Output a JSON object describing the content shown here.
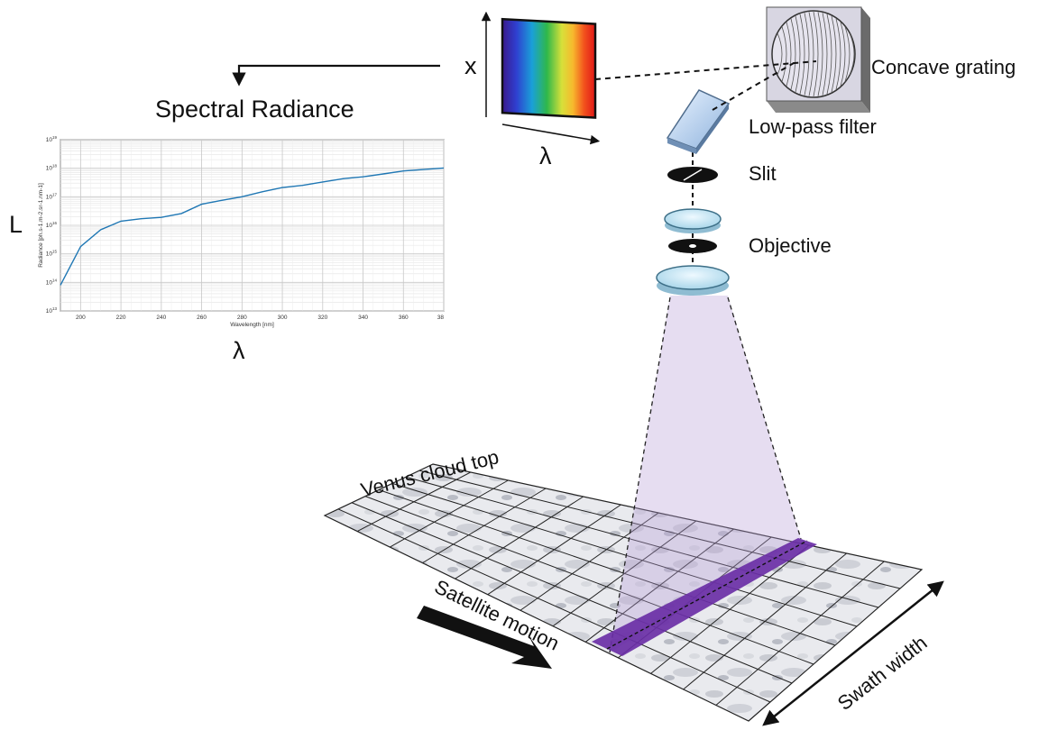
{
  "labels": {
    "spectral_radiance": "Spectral Radiance",
    "L": "L",
    "lambda_plot": "λ",
    "lambda_detector": "λ",
    "x": "x",
    "concave_grating": "Concave grating",
    "low_pass_filter": "Low-pass filter",
    "slit": "Slit",
    "objective": "Objective",
    "venus_cloud_top": "Venus cloud top",
    "satellite_motion": "Satellite motion",
    "swath_width": "Swath width"
  },
  "colors": {
    "line": "#1f77b4",
    "footprint": "#6a2fa6",
    "beam": "#b79fd8",
    "lens": "#cfeaf5"
  },
  "chart_data": {
    "type": "line",
    "title": "",
    "xlabel": "Wavelength [nm]",
    "ylabel": "Radiance [ph.s-1.m-2.sr-1.nm-1]",
    "xlim": [
      190,
      380
    ],
    "ylim_exponents": [
      13,
      19
    ],
    "log_y": true,
    "grid": true,
    "x_ticks": [
      "200",
      "220",
      "240",
      "260",
      "280",
      "300",
      "320",
      "340",
      "360",
      "38"
    ],
    "y_ticks": [
      "10^13",
      "10^14",
      "10^15",
      "10^16",
      "10^17",
      "10^18",
      "10^19"
    ],
    "series": [
      {
        "x": [
          190,
          200,
          210,
          220,
          230,
          240,
          250,
          260,
          270,
          280,
          290,
          300,
          310,
          320,
          330,
          340,
          350,
          360,
          370,
          380
        ],
        "y": [
          80000000000000.0,
          1800000000000000.0,
          7000000000000000.0,
          1.4e+16,
          1.7e+16,
          1.9e+16,
          2.6e+16,
          5.5e+16,
          7.5e+16,
          1e+17,
          1.5e+17,
          2.1e+17,
          2.5e+17,
          3.3e+17,
          4.3e+17,
          5e+17,
          6.3e+17,
          8e+17,
          9e+17,
          1.02e+18
        ]
      }
    ]
  }
}
